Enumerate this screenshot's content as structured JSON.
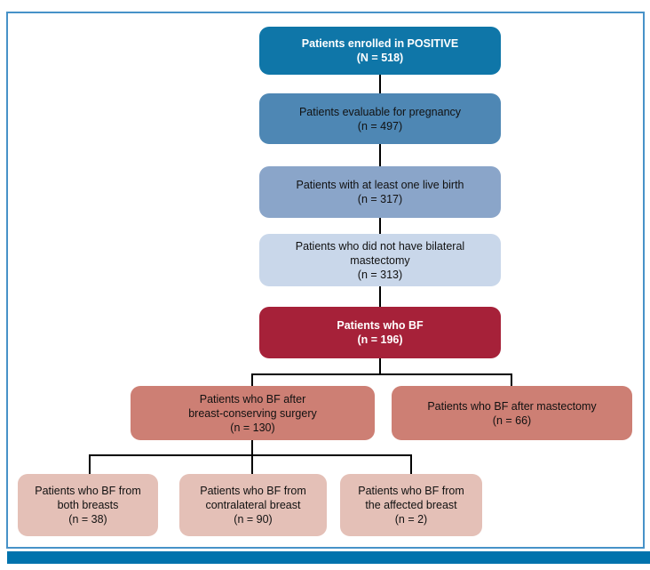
{
  "figure": {
    "type": "flow-diagram",
    "border_color": "#4792c8",
    "bottom_bar_color": "#0073ad",
    "connector_color": "#000000",
    "background_color": "#ffffff"
  },
  "nodes": [
    {
      "id": "enrolled",
      "label": "Patients enrolled in POSITIVE",
      "lines": [
        "Patients enrolled in POSITIVE"
      ],
      "count": "(N = 518)",
      "bg": "#0f76a8",
      "fg": "#ffffff"
    },
    {
      "id": "evaluable-pregnancy",
      "label": "Patients evaluable for pregnancy",
      "lines": [
        "Patients evaluable for pregnancy"
      ],
      "count": "(n = 497)",
      "bg": "#4e87b4",
      "fg": "#111111"
    },
    {
      "id": "live-birth",
      "label": "Patients with at least one live birth",
      "lines": [
        "Patients with at least one live birth"
      ],
      "count": "(n = 317)",
      "bg": "#8aa5c9",
      "fg": "#111111"
    },
    {
      "id": "no-bilateral-mastectomy",
      "label": "Patients who did not have bilateral mastectomy",
      "lines": [
        "Patients who did not have bilateral",
        "mastectomy"
      ],
      "count": "(n = 313)",
      "bg": "#c9d7ea",
      "fg": "#111111"
    },
    {
      "id": "bf",
      "label": "Patients who BF",
      "lines": [
        "Patients who BF"
      ],
      "count": "(n = 196)",
      "bg": "#a62139",
      "fg": "#ffffff"
    },
    {
      "id": "bf-bcs",
      "label": "Patients who BF after breast-conserving surgery",
      "lines": [
        "Patients who BF after",
        "breast-conserving surgery"
      ],
      "count": "(n = 130)",
      "bg": "#cd7f74",
      "fg": "#111111"
    },
    {
      "id": "bf-mastectomy",
      "label": "Patients who BF after mastectomy",
      "lines": [
        "Patients who BF after mastectomy"
      ],
      "count": "(n = 66)",
      "bg": "#cd7f74",
      "fg": "#111111"
    },
    {
      "id": "bf-both-breasts",
      "label": "Patients who BF from both breasts",
      "lines": [
        "Patients who BF from",
        "both breasts"
      ],
      "count": "(n = 38)",
      "bg": "#e4c0b7",
      "fg": "#111111"
    },
    {
      "id": "bf-contralateral",
      "label": "Patients who BF from contralateral breast",
      "lines": [
        "Patients who BF from",
        "contralateral breast"
      ],
      "count": "(n = 90)",
      "bg": "#e4c0b7",
      "fg": "#111111"
    },
    {
      "id": "bf-affected-breast",
      "label": "Patients who BF from the affected breast",
      "lines": [
        "Patients who BF from",
        "the affected breast"
      ],
      "count": "(n = 2)",
      "bg": "#e4c0b7",
      "fg": "#111111"
    }
  ]
}
